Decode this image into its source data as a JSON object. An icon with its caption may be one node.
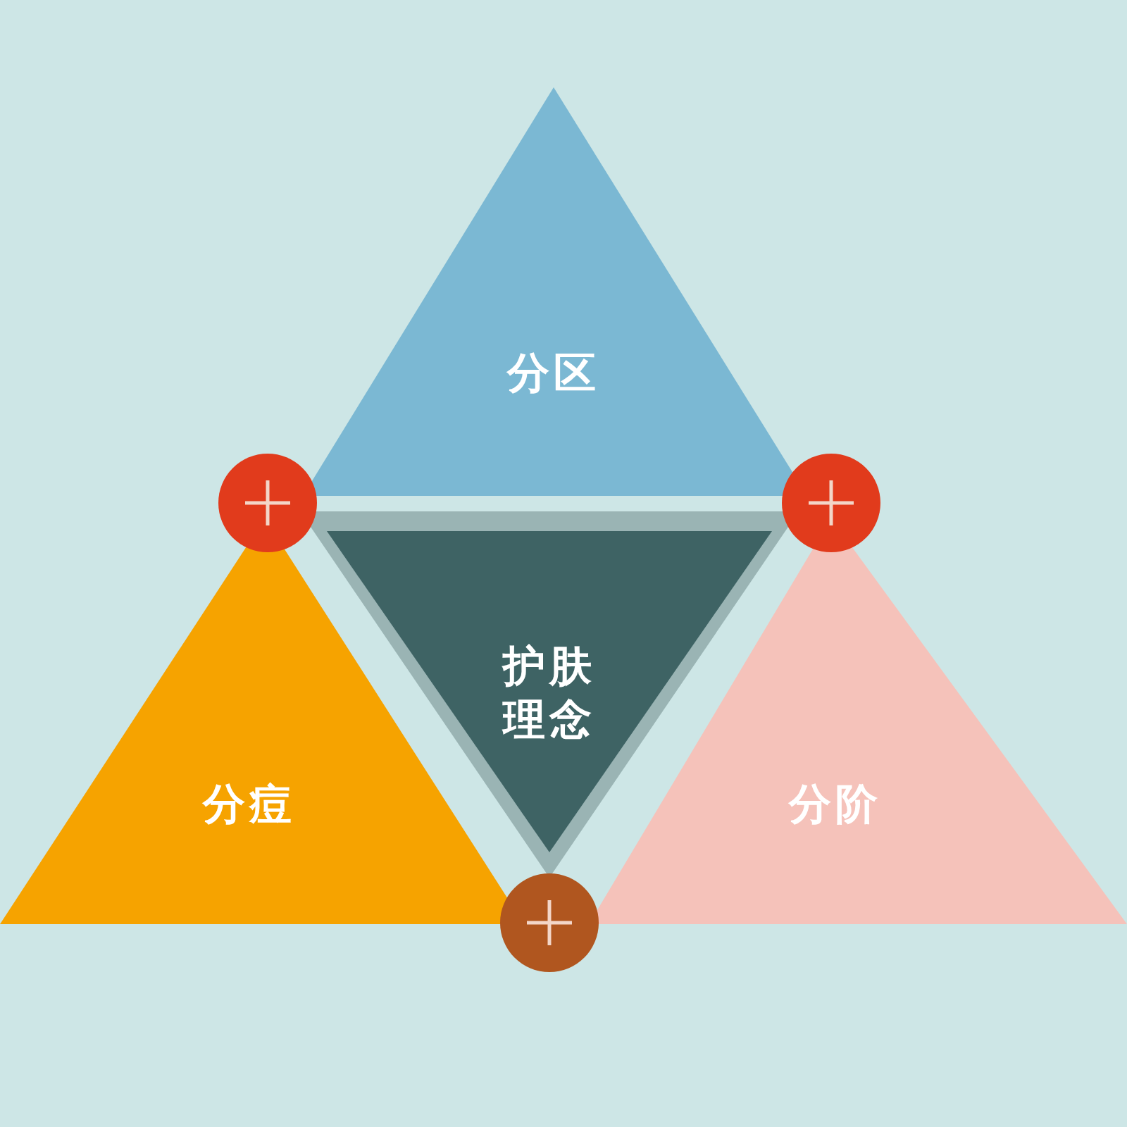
{
  "diagram": {
    "nodes": [
      {
        "text": [
          "分区"
        ]
      },
      {
        "text": [
          "护肤理念"
        ]
      },
      {
        "text": [
          "分痘"
        ]
      },
      {
        "text": [
          "分阶"
        ]
      }
    ]
  }
}
